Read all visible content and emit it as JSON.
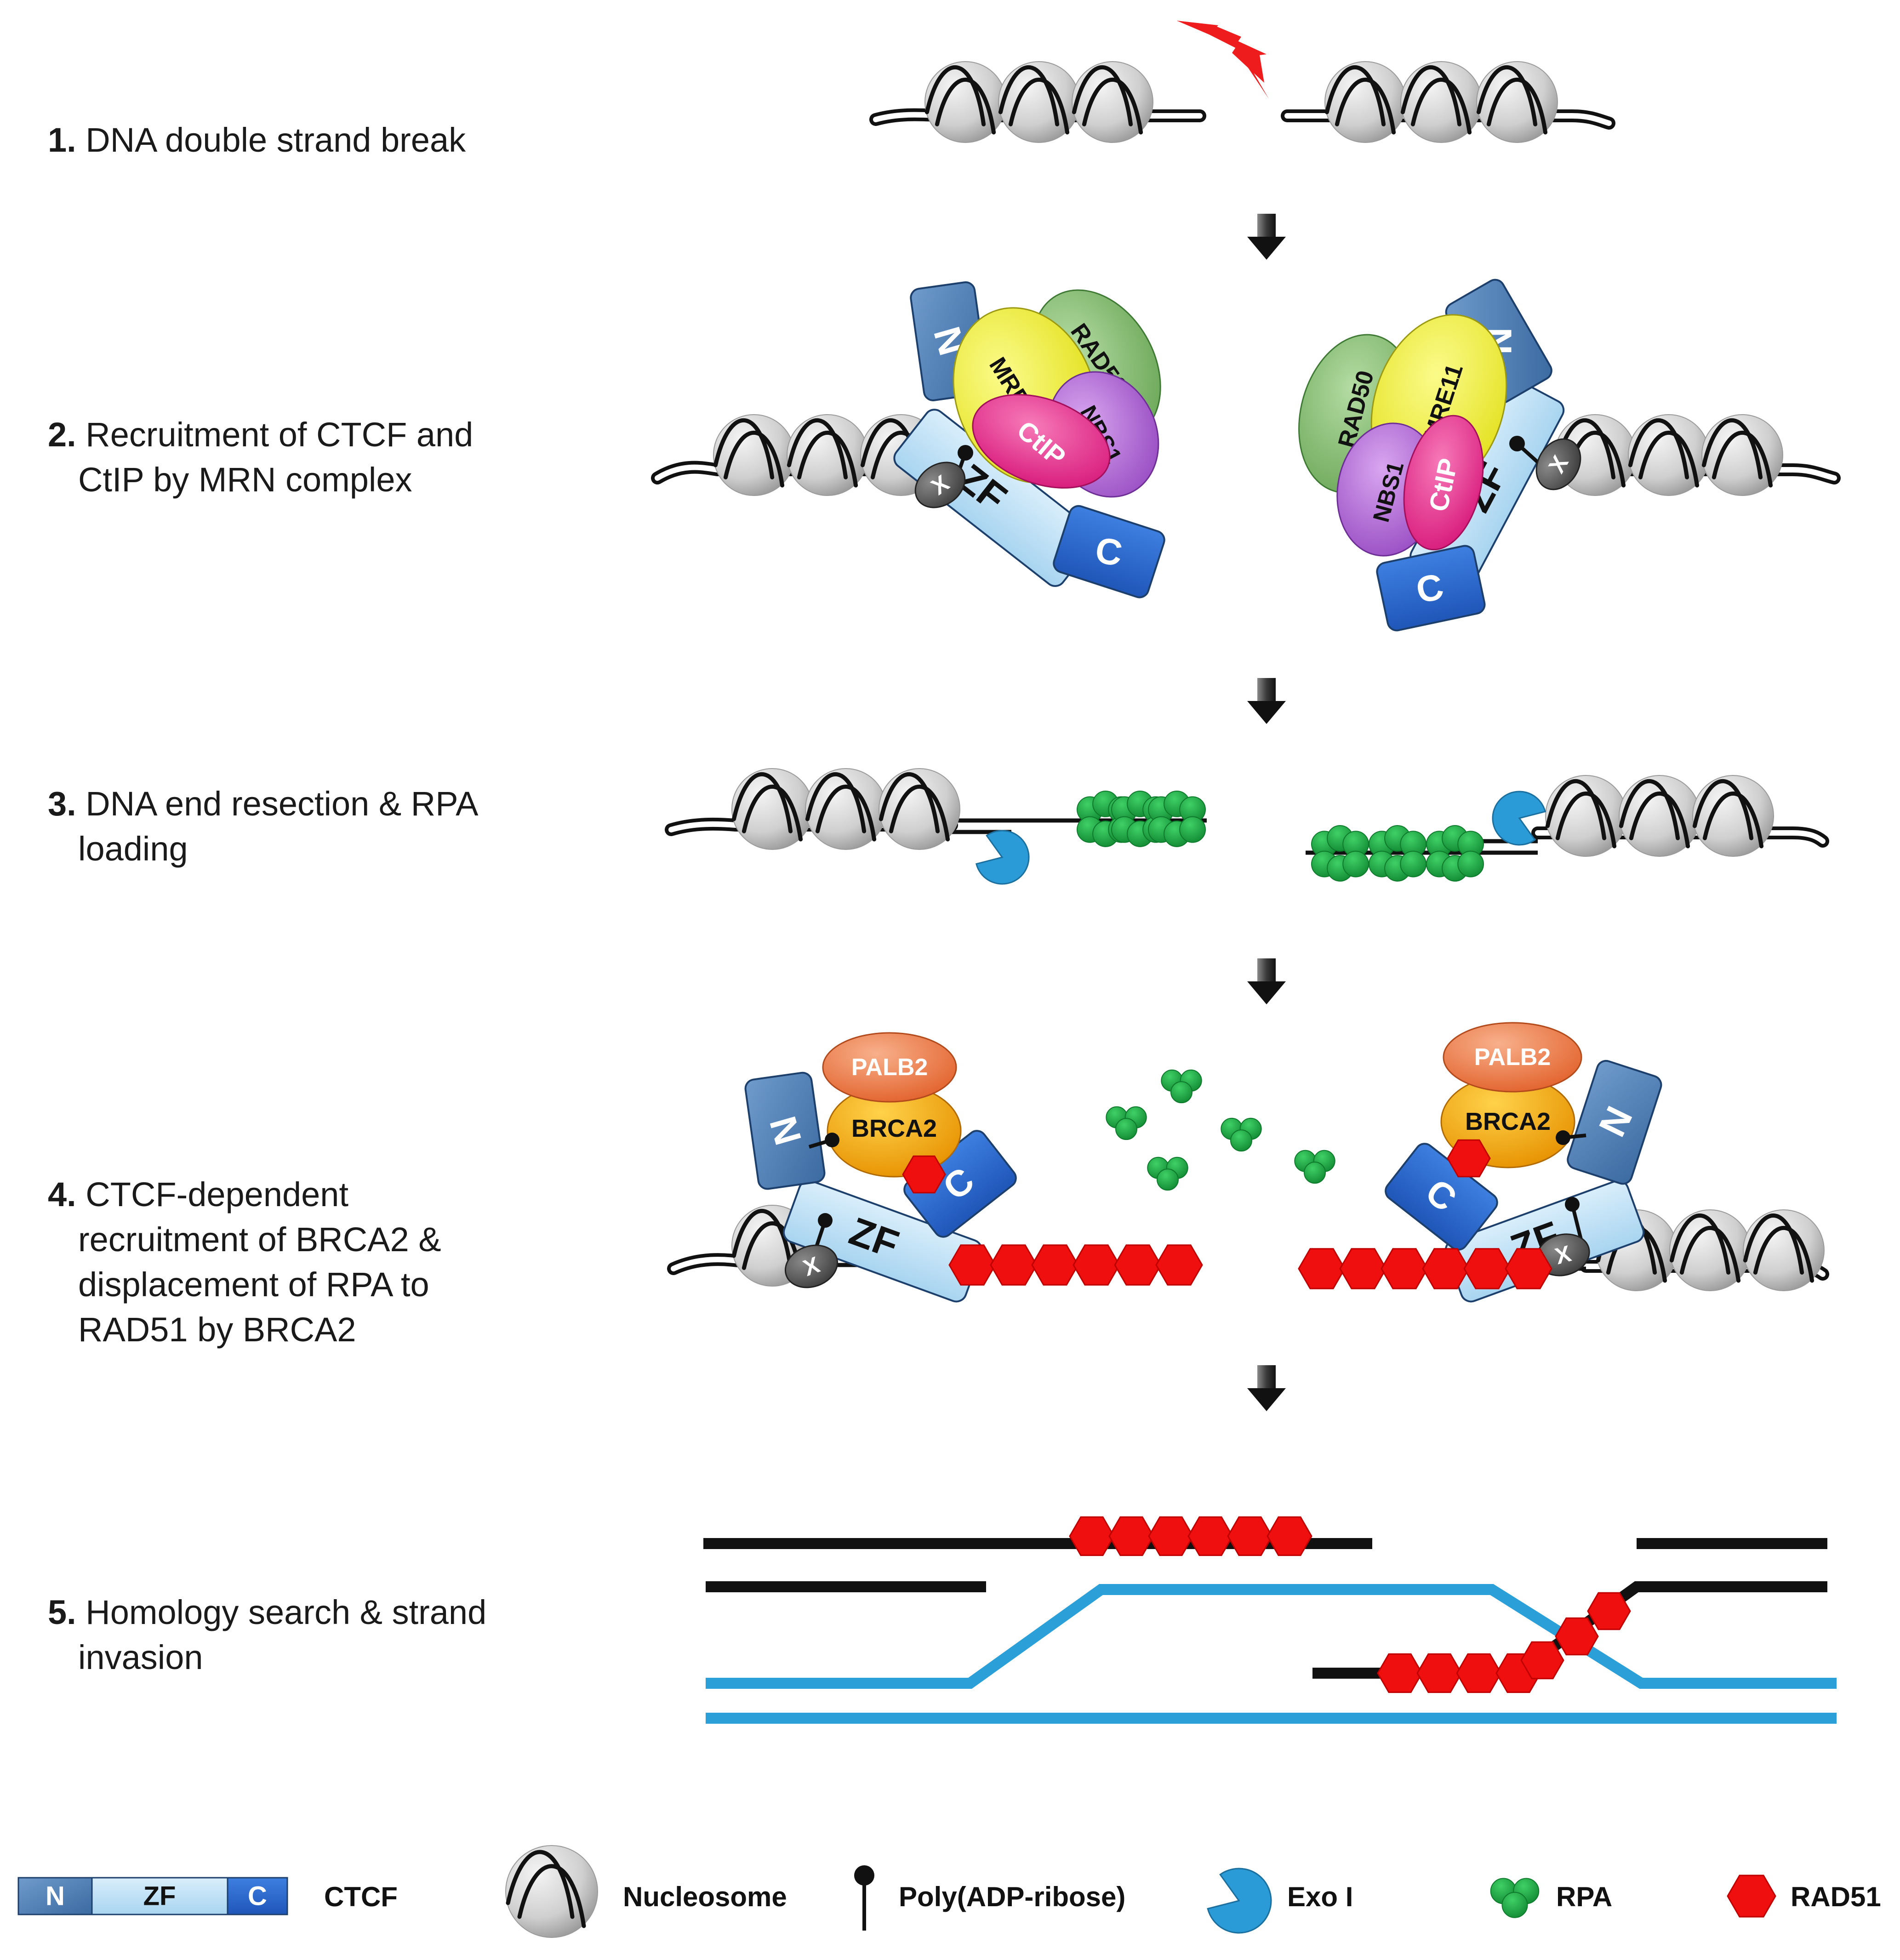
{
  "steps": [
    {
      "num": "1.",
      "lines": [
        "DNA double strand break"
      ]
    },
    {
      "num": "2.",
      "lines": [
        "Recruitment of CTCF and",
        "CtIP by MRN complex"
      ]
    },
    {
      "num": "3.",
      "lines": [
        "DNA end resection & RPA",
        "loading"
      ]
    },
    {
      "num": "4.",
      "lines": [
        "CTCF-dependent",
        "recruitment of BRCA2 &",
        "displacement of RPA to",
        "RAD51 by BRCA2"
      ]
    },
    {
      "num": "5.",
      "lines": [
        "Homology search & strand",
        "invasion"
      ]
    }
  ],
  "domains": {
    "n": "N",
    "zf": "ZF",
    "c": "C",
    "x": "X"
  },
  "proteins": {
    "mre11": "MRE11",
    "rad50": "RAD50",
    "nbs1": "NBS1",
    "ctip": "CtIP",
    "palb2": "PALB2",
    "brca2": "BRCA2"
  },
  "legend": {
    "ctcf": "CTCF",
    "nucleosome": "Nucleosome",
    "par": "Poly(ADP-ribose)",
    "exo": "Exo I",
    "rpa": "RPA",
    "rad51": "RAD51"
  },
  "colors": {
    "nucleosome": "#c9c9c9",
    "n_domain": "#4e7fb5",
    "zf_domain": "#bfe0f5",
    "c_domain": "#2d6fd1",
    "mre11": "#f2f034",
    "rad50": "#8cc47a",
    "nbs1": "#b168d6",
    "ctip": "#ec2c8e",
    "palb2": "#ef7a44",
    "brca2": "#f0a000",
    "rpa": "#1a9e3e",
    "rad51": "#f00f0f",
    "exo": "#2a9bd6",
    "dna_black": "#111111",
    "dna_blue": "#2b9fd8",
    "lightning": "#ee1c1c",
    "x_domain": "#5a5a5a"
  }
}
